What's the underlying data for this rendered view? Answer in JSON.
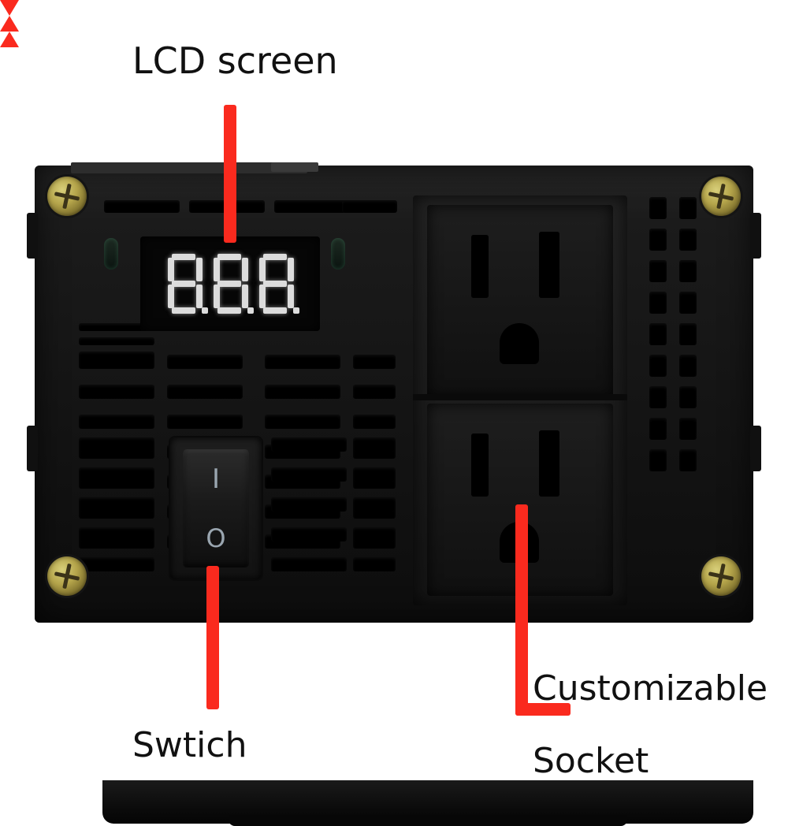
{
  "image": {
    "subject": "power-inverter-front-panel",
    "background_color": "#ffffff"
  },
  "annotations": {
    "arrow_color": "#fa2a1e",
    "text_color": "#111111",
    "items": [
      {
        "id": "lcd",
        "label": "LCD screen",
        "points_to": "lcd-display"
      },
      {
        "id": "switch",
        "label": "Swtich",
        "points_to": "rocker-switch"
      },
      {
        "id": "customizable",
        "label": "Customizable",
        "points_to": "outlet-lower"
      },
      {
        "id": "socket",
        "label": "Socket",
        "points_to": "outlet-lower"
      }
    ]
  },
  "device": {
    "chassis_color": "#141414",
    "screw_color": "#b5a54b",
    "lcd": {
      "digits": [
        "8",
        "8",
        "8"
      ],
      "decimal_points": [
        true,
        true,
        true
      ],
      "segment_color": "#dcdcdc",
      "background_color": "#060606"
    },
    "switch": {
      "on_mark": "I",
      "off_mark": "O",
      "mark_color": "#9aa6b0"
    },
    "outlets": {
      "count": 2,
      "type": "NEMA 5-15R",
      "labels": [
        "upper-outlet",
        "lower-outlet"
      ]
    },
    "indicator_leds": [
      "left-led",
      "right-led"
    ]
  }
}
